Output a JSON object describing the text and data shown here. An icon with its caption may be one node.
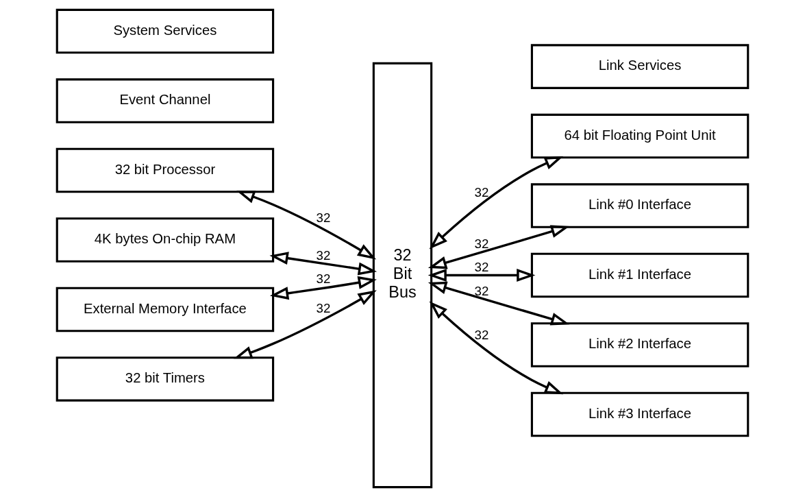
{
  "diagram": {
    "nodes": [
      {
        "text": [
          "32 bit Processor"
        ]
      },
      {
        "text": [
          "4K bytes On-chip RAM"
        ]
      },
      {
        "text": [
          "External Memory Interface"
        ]
      },
      {
        "text": [
          "32 bit Timers"
        ]
      },
      {
        "text": [
          "Event Channel"
        ]
      },
      {
        "text": [
          "System Services"
        ]
      },
      {
        "text": [
          "32 Bit Bus"
        ]
      },
      {
        "text": [
          "64 bit Floating Point Unit"
        ]
      },
      {
        "text": [
          "Link #0 Interface"
        ]
      },
      {
        "text": [
          "Link #1 Interface"
        ]
      },
      {
        "text": [
          "Link #2 Interface"
        ]
      },
      {
        "text": [
          "Link #3 Interface"
        ]
      },
      {
        "text": [
          "Link Services"
        ]
      }
    ],
    "edges": [
      {
        "from": 0,
        "to": 6,
        "arrow": "both",
        "label": "32"
      },
      {
        "from": 1,
        "to": 6,
        "arrow": "both",
        "label": "32"
      },
      {
        "from": 2,
        "to": 6,
        "arrow": "both",
        "label": "32"
      },
      {
        "from": 3,
        "to": 6,
        "arrow": "both",
        "label": "32"
      },
      {
        "from": 6,
        "to": 7,
        "arrow": "both",
        "label": "32"
      },
      {
        "from": 6,
        "to": 8,
        "arrow": "both",
        "label": "32"
      },
      {
        "from": 6,
        "to": 9,
        "arrow": "both",
        "label": "32"
      },
      {
        "from": 6,
        "to": 10,
        "arrow": "both",
        "label": "32"
      },
      {
        "from": 6,
        "to": 11,
        "arrow": "both",
        "label": "32"
      }
    ]
  }
}
